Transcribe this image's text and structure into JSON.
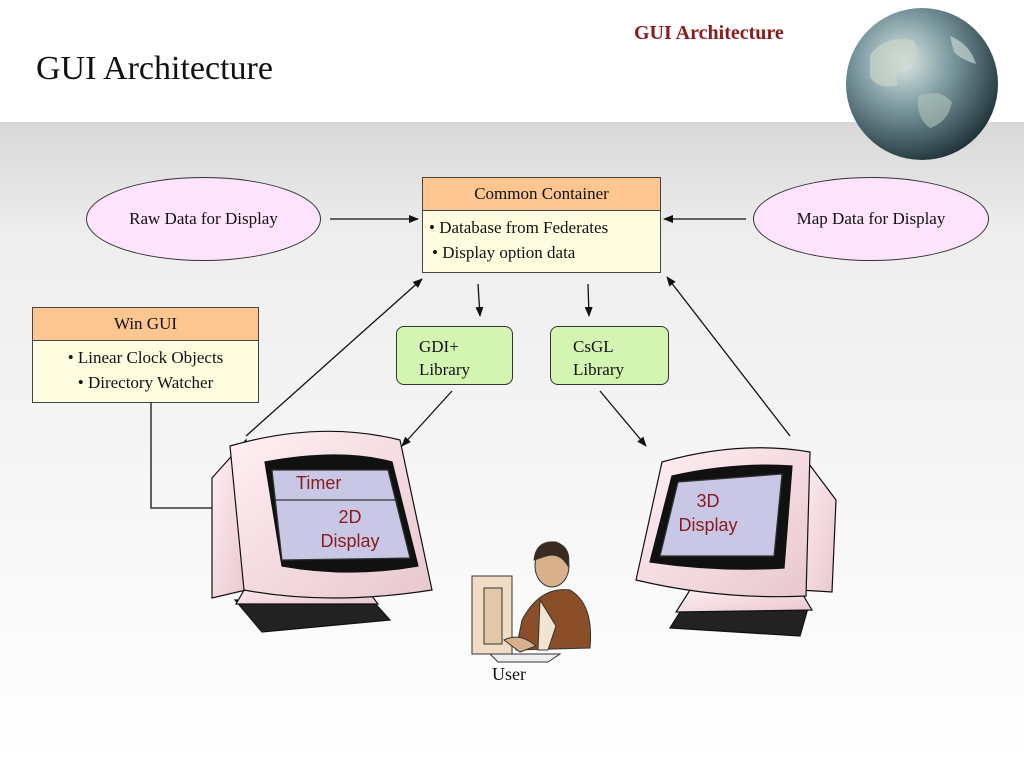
{
  "header": {
    "small_title": "GUI Architecture",
    "title": "GUI Architecture"
  },
  "raw_data": {
    "label": "Raw Data for Display"
  },
  "map_data": {
    "label": "Map Data for Display"
  },
  "common_container": {
    "title": "Common Container",
    "items": [
      "• Database from Federates",
      "• Display option data"
    ]
  },
  "win_gui": {
    "title": "Win GUI",
    "items": [
      "• Linear Clock Objects",
      "• Directory Watcher"
    ]
  },
  "gdi_library": {
    "line1": "GDI+",
    "line2": "Library"
  },
  "csgl_library": {
    "line1": "CsGL",
    "line2": "Library"
  },
  "monitor_2d": {
    "timer": "Timer",
    "line1": "2D",
    "line2": "Display"
  },
  "monitor_3d": {
    "line1": "3D",
    "line2": "Display"
  },
  "user": {
    "label": "User"
  },
  "colors": {
    "accent_title": "#8b1a1a",
    "ellipse_fill": "#fde3fb",
    "box_header": "#fdc690",
    "box_body": "#fffde0",
    "library_fill": "#d4f5b2",
    "screen_fill": "#c8c8e6"
  }
}
